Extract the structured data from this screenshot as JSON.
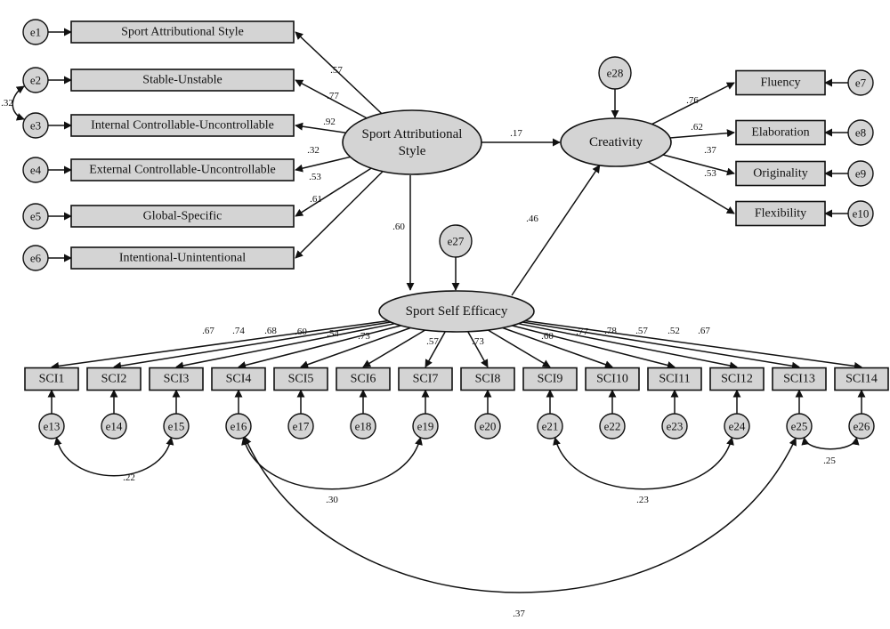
{
  "latent": {
    "sas": [
      "Sport Attributional",
      "Style"
    ],
    "creativity": "Creativity",
    "sse": "Sport Self Efficacy"
  },
  "observed": {
    "sas": [
      "Sport Attributional Style",
      "Stable-Unstable",
      "Internal Controllable-Uncontrollable",
      "External Controllable-Uncontrollable",
      "Global-Specific",
      "Intentional-Unintentional"
    ],
    "creativity": [
      "Fluency",
      "Elaboration",
      "Originality",
      "Flexibility"
    ],
    "sse": [
      "SCI1",
      "SCI2",
      "SCI3",
      "SCI4",
      "SCI5",
      "SCI6",
      "SCI7",
      "SCI8",
      "SCI9",
      "SCI10",
      "SCI11",
      "SCI12",
      "SCI13",
      "SCI14"
    ]
  },
  "errors": {
    "sas": [
      "e1",
      "e2",
      "e3",
      "e4",
      "e5",
      "e6"
    ],
    "creativity": [
      "e7",
      "e8",
      "e9",
      "e10"
    ],
    "sse": [
      "e13",
      "e14",
      "e15",
      "e16",
      "e17",
      "e18",
      "e19",
      "e20",
      "e21",
      "e22",
      "e23",
      "e24",
      "e25",
      "e26"
    ],
    "e27": "e27",
    "e28": "e28"
  },
  "loadings": {
    "sas": [
      ".57",
      ".77",
      ".92",
      ".32",
      ".53",
      ".61"
    ],
    "creativity": [
      ".76",
      ".62",
      ".37",
      ".53"
    ],
    "sse": [
      ".67",
      ".74",
      ".68",
      ".60",
      ".54",
      ".73",
      ".57",
      ".73",
      ".60",
      ".77",
      ".78",
      ".57",
      ".52",
      ".67"
    ]
  },
  "paths": {
    "sas_to_creativity": ".17",
    "sas_to_sse": ".60",
    "sse_to_creativity": ".46"
  },
  "covariances": {
    "e2_e3": ".32",
    "e13_e15": ".22",
    "e16_e19": ".30",
    "e21_e24": ".23",
    "e25_e26": ".25",
    "e16_e25": ".37"
  }
}
